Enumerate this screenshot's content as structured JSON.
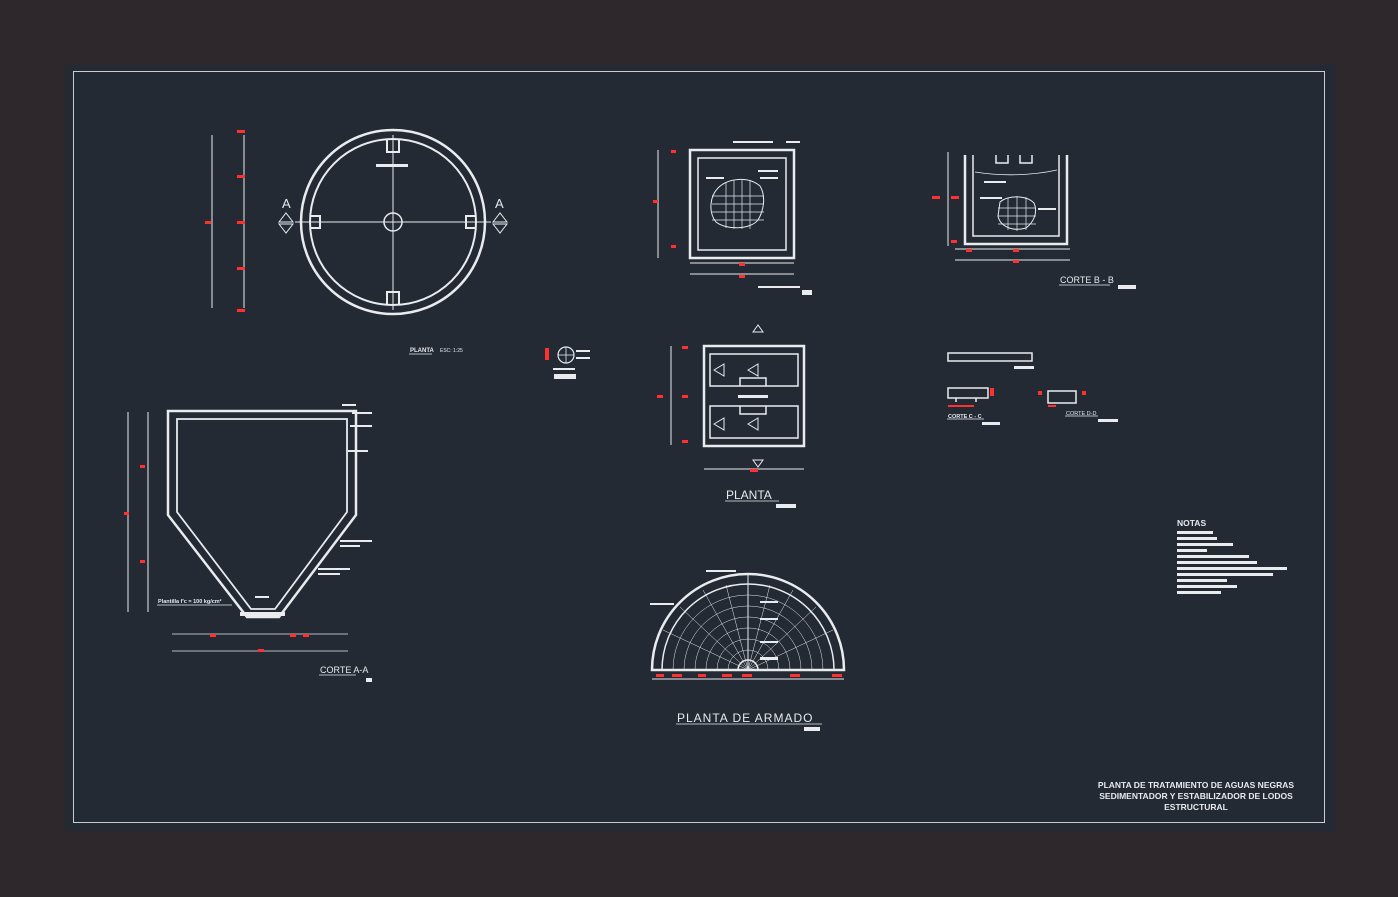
{
  "section_marks": {
    "cut_a_left": "A",
    "cut_a_right": "A"
  },
  "labels": {
    "planta_small": "PLANTA",
    "planta_small_scale": "ESC: 1:25",
    "corte_aa": "CORTE A-A",
    "plantilla_note": "Plantilla f'c = 100 kg/cm²",
    "planta_center": "PLANTA",
    "corte_bb": "CORTE B - B",
    "corte_cc": "CORTE C - C",
    "corte_dd": "CORTE D-D",
    "planta_armado": "PLANTA DE ARMADO",
    "notas": "NOTAS"
  },
  "title_block": {
    "line1": "PLANTA DE TRATAMIENTO DE AGUAS NEGRAS",
    "line2": "SEDIMENTADOR Y ESTABILIZADOR DE LODOS",
    "line3": "ESTRUCTURAL"
  },
  "colors": {
    "background": "#2e282d",
    "sheet": "#232a33",
    "linework": "#e9ebef",
    "dimension_red": "#ff3030"
  }
}
